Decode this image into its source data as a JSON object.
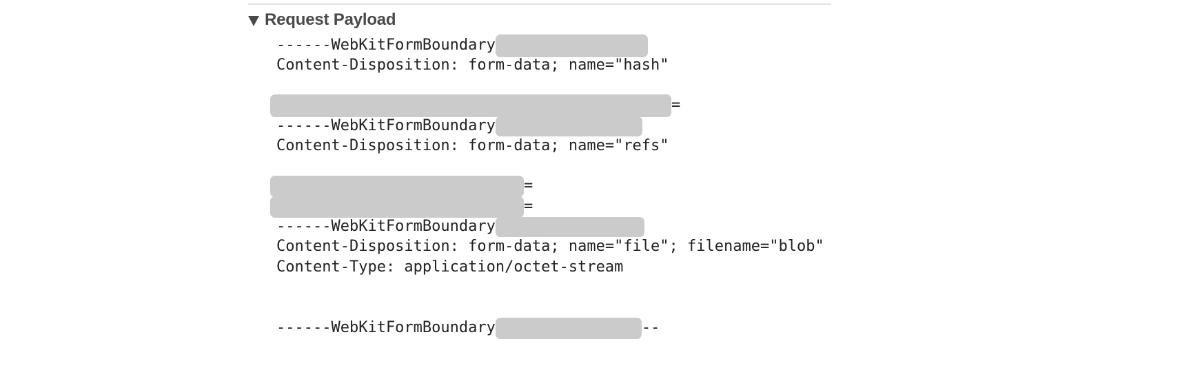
{
  "section": {
    "title": "Request Payload"
  },
  "payload": {
    "boundary_prefix": "------WebKitFormBoundary",
    "closing_suffix": "--",
    "equals": "=",
    "disposition_hash": "Content-Disposition: form-data; name=\"hash\"",
    "disposition_refs": "Content-Disposition: form-data; name=\"refs\"",
    "disposition_file": "Content-Disposition: form-data; name=\"file\"; filename=\"blob\"",
    "content_type": "Content-Type: application/octet-stream"
  }
}
